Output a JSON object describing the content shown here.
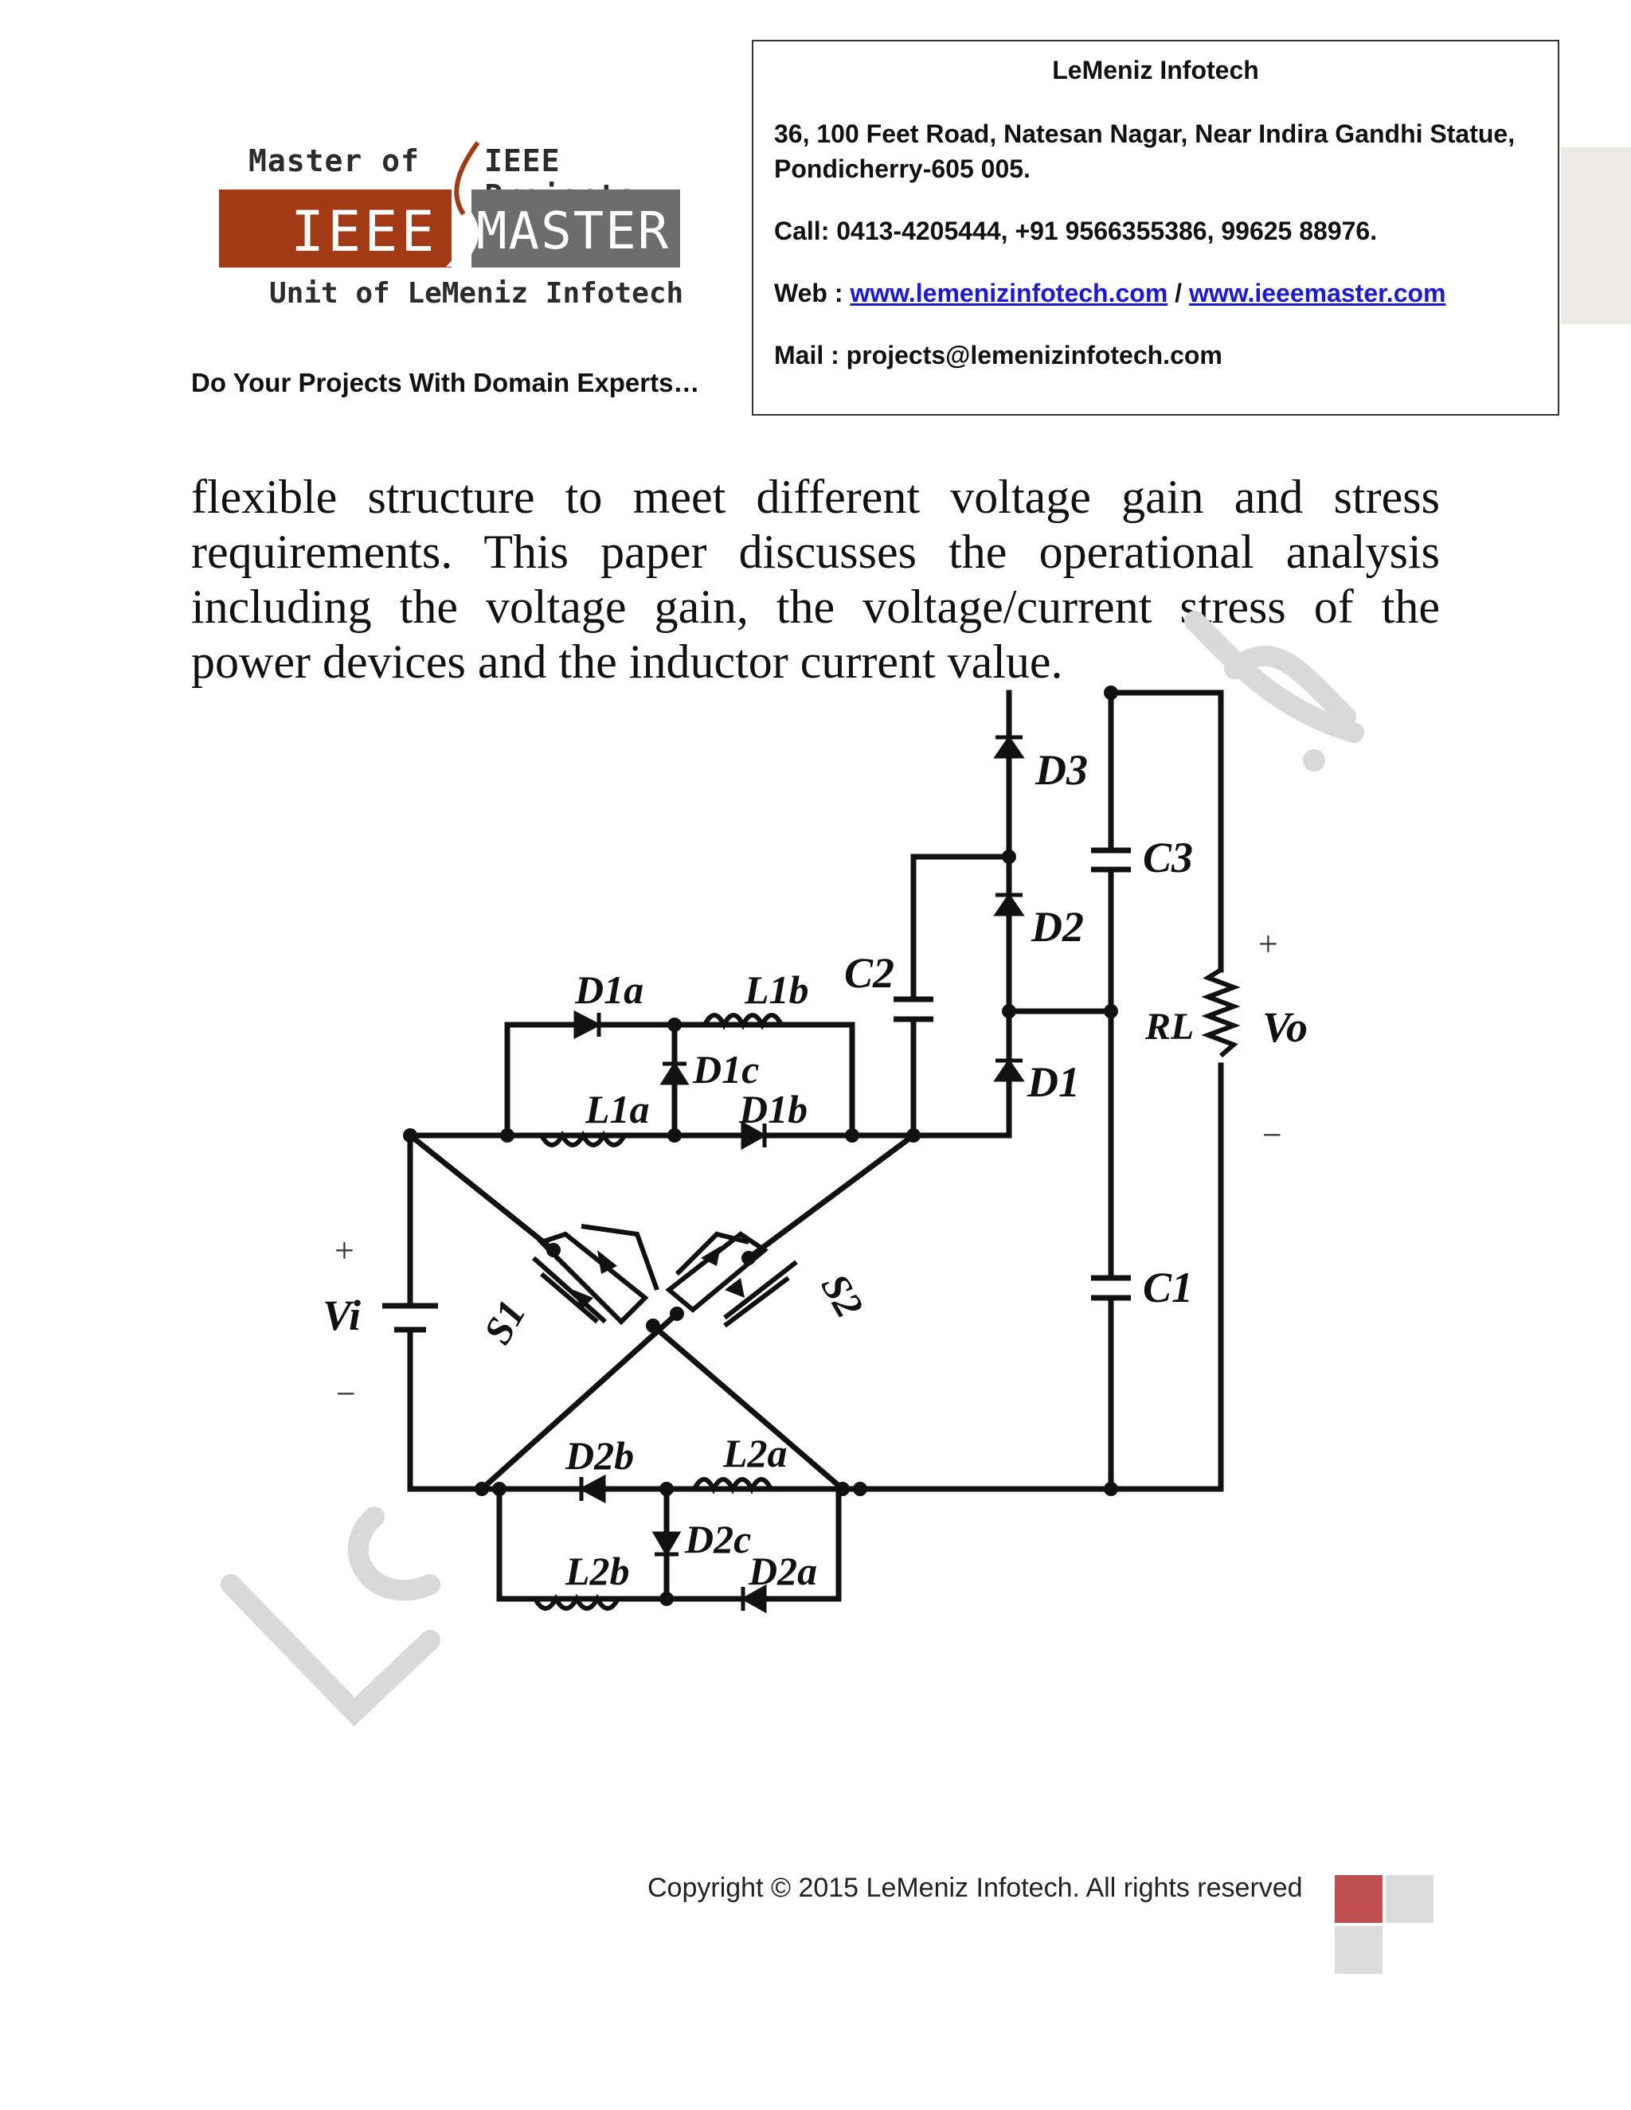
{
  "header": {
    "logo": {
      "top_left": "Master of",
      "top_right": "IEEE Projects",
      "bar_left": "IEEE",
      "bar_right": "MASTER",
      "bottom": "Unit of LeMeniz Infotech"
    },
    "tagline": "Do Your Projects With Domain Experts…",
    "contact": {
      "company": "LeMeniz Infotech",
      "address_line1": "36, 100 Feet Road, Natesan Nagar, Near Indira Gandhi Statue,",
      "address_line2": "Pondicherry-605 005.",
      "call": "Call: 0413-4205444, +91 9566355386, 99625 88976.",
      "web_label": "Web : ",
      "web_link1": "www.lemenizinfotech.com",
      "web_sep": " / ",
      "web_link2": "www.ieeemaster.com",
      "mail": "Mail : projects@lemenizinfotech.com"
    }
  },
  "body": {
    "lines": [
      "flexible structure to meet different voltage gain and stress",
      "requirements. This paper discusses the operational analysis",
      "including the voltage gain, the voltage/current stress of the",
      "power devices and the inductor current value."
    ]
  },
  "circuit": {
    "labels": {
      "D3": "D3",
      "C3": "C3",
      "D2": "D2",
      "C2": "C2",
      "D1": "D1",
      "RL": "RL",
      "Vo": "Vo",
      "plus_out": "+",
      "minus_out": "−",
      "D1a": "D1a",
      "L1b": "L1b",
      "D1c": "D1c",
      "L1a": "L1a",
      "D1b": "D1b",
      "S1": "S1",
      "S2": "S2",
      "C1": "C1",
      "Vi": "Vi",
      "plus_in": "+",
      "minus_in": "−",
      "D2b": "D2b",
      "L2a": "L2a",
      "D2c": "D2c",
      "L2b": "L2b",
      "D2a": "D2a"
    }
  },
  "footer": {
    "copyright": "Copyright © 2015 LeMeniz Infotech. All rights reserved",
    "square_colors": [
      "#c0504d",
      "#dcdcdc",
      "#dcdcdc"
    ]
  },
  "colors": {
    "logo_red": "#a33a15",
    "logo_gray": "#6d6d6d",
    "link_blue": "#1a1ad4"
  }
}
